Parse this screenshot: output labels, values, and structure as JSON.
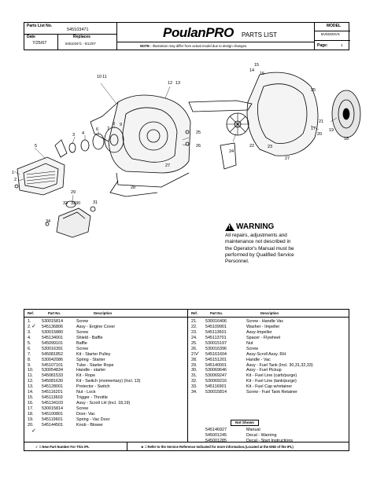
{
  "header": {
    "parts_list_no_label": "Parts List No.",
    "parts_list_no": "545103471",
    "date_label": "Date",
    "date": "7/25/07",
    "replaces_label": "Replaces",
    "replaces": "545103471 - 6/12/07",
    "brand_a": "Poulan",
    "brand_b": "PRO",
    "title": "PARTS LIST",
    "note_label": "NOTE :",
    "note": "Illustration may differ from actual model due to design changes.",
    "model_label": "MODEL",
    "model": "BVM200VS",
    "page_label": "Page:",
    "page": "1"
  },
  "diagram": {
    "callouts": [
      "1",
      "2",
      "3",
      "4",
      "5",
      "6",
      "7",
      "8",
      "9",
      "10",
      "11",
      "12",
      "13",
      "14",
      "15",
      "16",
      "17",
      "18",
      "19",
      "20",
      "21",
      "22",
      "23",
      "24",
      "25",
      "26",
      "27",
      "28",
      "29",
      "30",
      "31",
      "32",
      "33",
      "34",
      "27",
      "25"
    ]
  },
  "warning": {
    "title": "WARNING",
    "text": [
      "All repairs, adjustments and",
      "maintenance not described in",
      "the Operator's Manual must be",
      "performed by Qualified Service",
      "Personnel."
    ]
  },
  "table": {
    "headers": {
      "ref": "Ref.",
      "part": "Part No.",
      "desc": "Description"
    },
    "left": {
      "refs": [
        "1.",
        "2.",
        "3.",
        "4.",
        "5.",
        "6.",
        "7.",
        "8.",
        "9.",
        "10.",
        "11.",
        "12.",
        "13.",
        "14.",
        "15.",
        "16.",
        "17.",
        "18.",
        "19.",
        "20."
      ],
      "parts": [
        "530015814",
        "545136806",
        "530015880",
        "545134001",
        "545099101",
        "530016391",
        "545081852",
        "530042086",
        "545107101",
        "530054834",
        "545081533",
        "545081630",
        "545128001",
        "545116201",
        "545113603",
        "545134103",
        "530015814",
        "545100801",
        "545119601",
        "545144501"
      ],
      "descs": [
        "Screw",
        "Assy - Engine Cover",
        "Screw",
        "Shield - Baffle",
        "Baffle",
        "Screw",
        "Kit - Starter Pulley",
        "Spring - Starter",
        "Tube - Starter Rope",
        "Handle - starter",
        "Kit - Rope",
        "Kit - Switch (momentary) (Incl. 13)",
        "Protector - Switch",
        "Nut - Lock",
        "Trigger - Throttle",
        "Assy - Scroll LH (Incl. 18,19)",
        "Screw",
        "Door- Vac",
        "Spring - Vac Door",
        "Knob - Blower"
      ]
    },
    "right": {
      "refs": [
        "21.",
        "22.",
        "23.",
        "24.",
        "25.",
        "26.",
        "27.",
        "28.",
        "29.",
        "30.",
        "31.",
        "32.",
        "33.",
        "34."
      ],
      "parts": [
        "530016406",
        "545109901",
        "545113601",
        "545113701",
        "530015197",
        "530016396",
        "545161604",
        "545151201",
        "545140001",
        "530069646",
        "530069247",
        "530069216",
        "545116901",
        "530015814"
      ],
      "descs": [
        "Screw - Handle Vac",
        "Washer - Impeller",
        "Assy-Impeller",
        "Spacer - Flywheel",
        "Nut",
        "Screw",
        "Assy-Scroll Assy. RH",
        "Handle - Vac",
        "Assy - Fuel Tank (Incl. 30,31,32,33)",
        "Assy - Fuel Pickup",
        "Kit - Fuel Line (carb/purge)",
        "Kit - Fuel Line (tank/purge)",
        "Kit - Fuel Cap w/retainer",
        "Screw - Fuel Tank Retainer"
      ]
    },
    "not_shown_label": "Not Shown",
    "not_shown": {
      "parts": [
        "545146927",
        "545001245",
        "545001285"
      ],
      "descs": [
        "Manual",
        "Decal - Warning",
        "Decal - Start Instructions"
      ]
    }
  },
  "footer": {
    "new_part": "= New Part Number For This IPL",
    "service_ref": "= Refer to the Service Reference Indicated for more information.(Located at the END of the IPL)"
  }
}
